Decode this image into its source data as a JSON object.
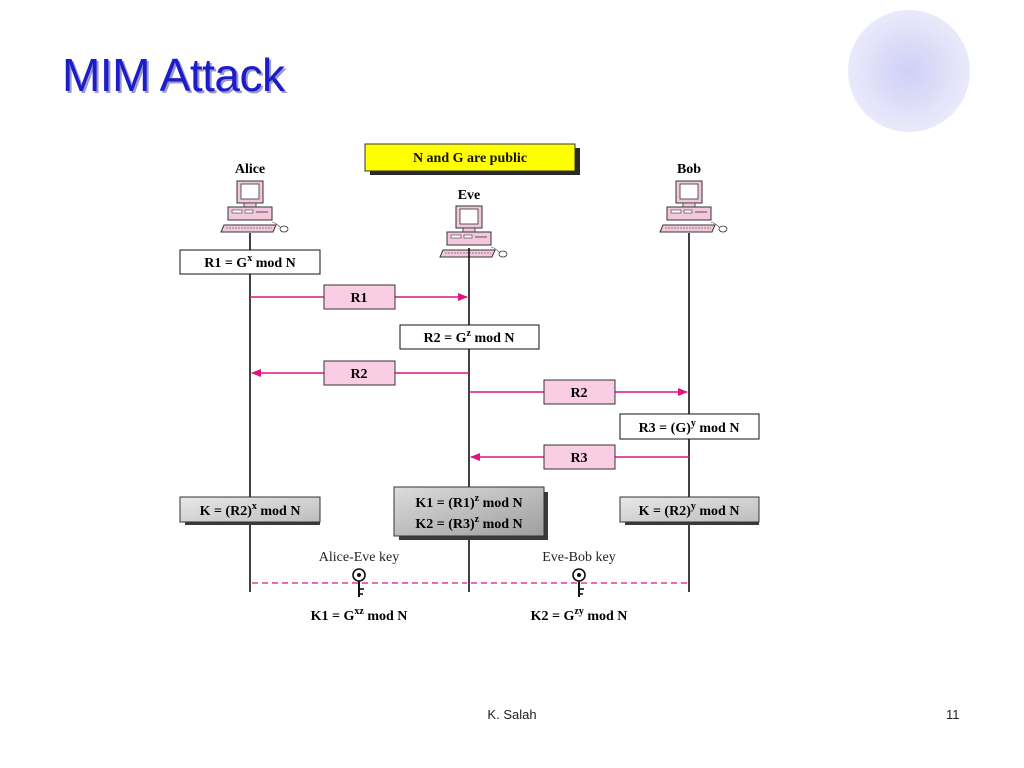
{
  "slide": {
    "title": "MIM Attack",
    "author": "K. Salah",
    "page_number": "11"
  },
  "diagram": {
    "public_banner": "N and G are public",
    "parties": {
      "alice": "Alice",
      "eve": "Eve",
      "bob": "Bob"
    },
    "formulas": {
      "r1_def": {
        "pre": "R1 = G",
        "sup": "x",
        "post": " mod N"
      },
      "r2_def": {
        "pre": "R2 = G",
        "sup": "z",
        "post": " mod N"
      },
      "r3_def": {
        "pre": "R3 = (G)",
        "sup": "y",
        "post": " mod N"
      },
      "alice_key": {
        "pre": "K = (R2)",
        "sup": "x",
        "post": " mod N"
      },
      "eve_k1": {
        "pre": "K1 = (R1)",
        "sup": "z",
        "post": " mod N"
      },
      "eve_k2": {
        "pre": "K2 = (R3)",
        "sup": "z",
        "post": " mod N"
      },
      "bob_key": {
        "pre": "K = (R2)",
        "sup": "y",
        "post": " mod N"
      },
      "k1_final": {
        "pre": "K1 = G",
        "sup": "xz",
        "post": " mod N"
      },
      "k2_final": {
        "pre": "K2 = G",
        "sup": "zy",
        "post": " mod N"
      }
    },
    "messages": {
      "m1": "R1",
      "m2": "R2",
      "m3": "R2",
      "m4": "R3"
    },
    "keys": {
      "alice_eve": "Alice-Eve key",
      "eve_bob": "Eve-Bob key"
    },
    "colors": {
      "message_arrow": "#e0147e",
      "message_box": "#f9cde3",
      "banner": "#ffff00",
      "title": "#1c1cc8"
    }
  }
}
